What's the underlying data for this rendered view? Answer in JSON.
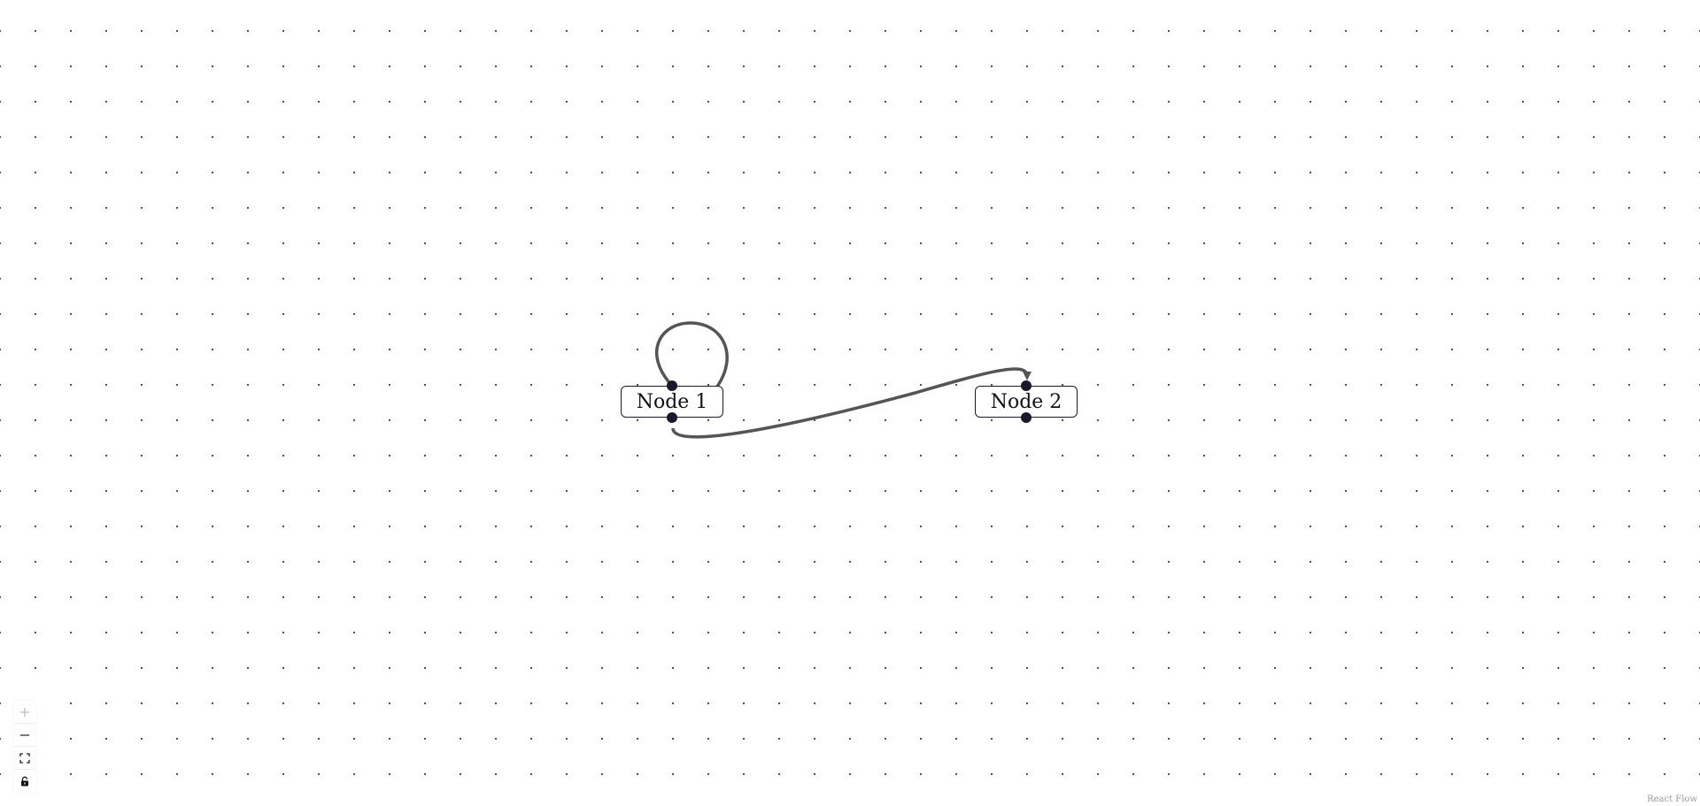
{
  "nodes": [
    {
      "id": "1",
      "label": "Node 1"
    },
    {
      "id": "2",
      "label": "Node 2"
    }
  ],
  "edges": [
    {
      "source": "1",
      "target": "1",
      "type": "self-loop"
    },
    {
      "source": "1",
      "target": "2",
      "type": "bezier",
      "marker": "arrow"
    }
  ],
  "controls": {
    "zoom_in": "zoom-in-icon",
    "zoom_out": "zoom-out-icon",
    "fit_view": "fit-view-icon",
    "lock": "lock-icon"
  },
  "attribution": "React Flow",
  "colors": {
    "edge": "#555555",
    "node_border": "#1a192b",
    "handle": "#1a192b",
    "background_dots": "#555555"
  }
}
